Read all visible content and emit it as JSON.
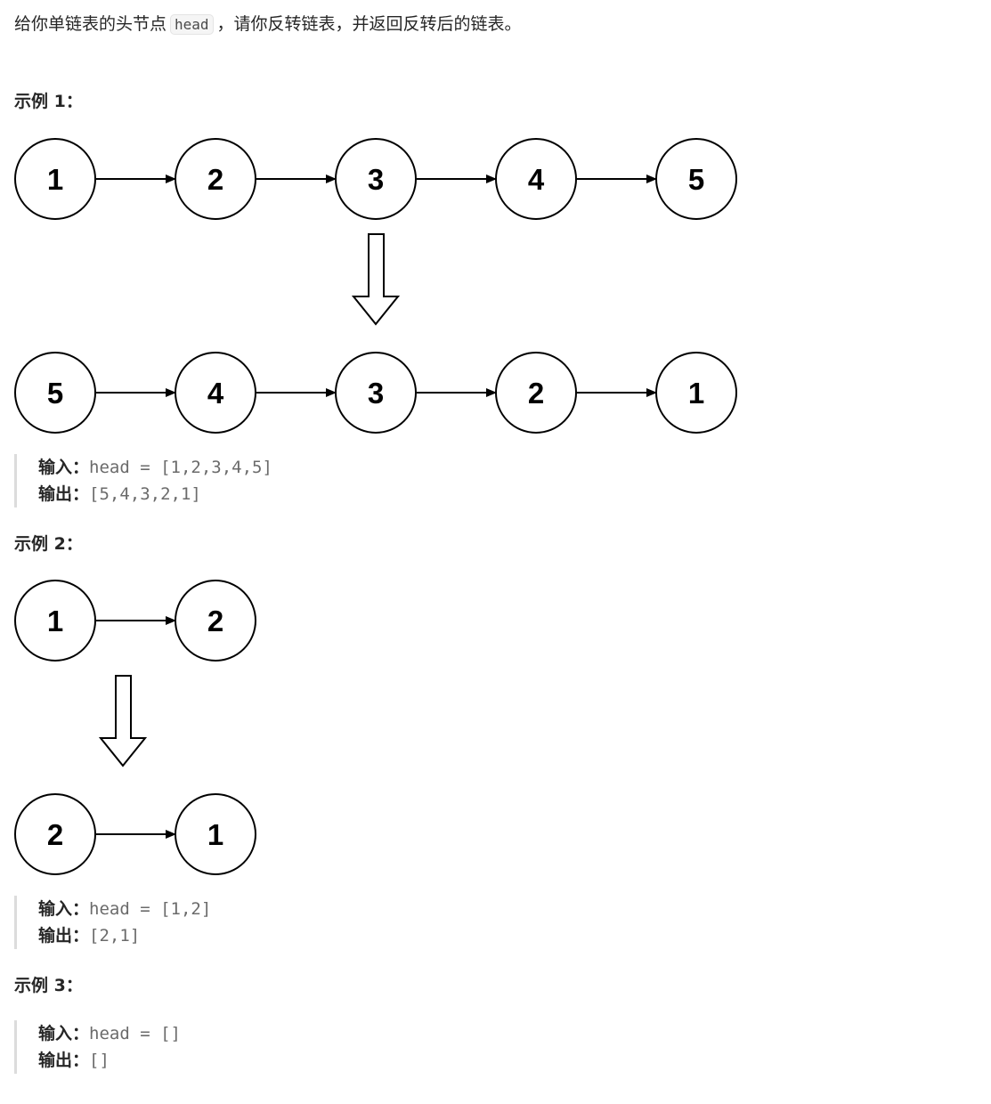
{
  "intro": {
    "before": "给你单链表的头节点",
    "code": "head",
    "after": "，请你反转链表，并返回反转后的链表。"
  },
  "examples": [
    {
      "title": "示例 1：",
      "input_label": "输入：",
      "input_value": "head = [1,2,3,4,5]",
      "output_label": "输出：",
      "output_value": "[5,4,3,2,1]",
      "before_nodes": [
        "1",
        "2",
        "3",
        "4",
        "5"
      ],
      "after_nodes": [
        "5",
        "4",
        "3",
        "2",
        "1"
      ]
    },
    {
      "title": "示例 2：",
      "input_label": "输入：",
      "input_value": "head = [1,2]",
      "output_label": "输出：",
      "output_value": "[2,1]",
      "before_nodes": [
        "1",
        "2"
      ],
      "after_nodes": [
        "2",
        "1"
      ]
    },
    {
      "title": "示例 3：",
      "input_label": "输入：",
      "input_value": "head = []",
      "output_label": "输出：",
      "output_value": "[]"
    }
  ]
}
